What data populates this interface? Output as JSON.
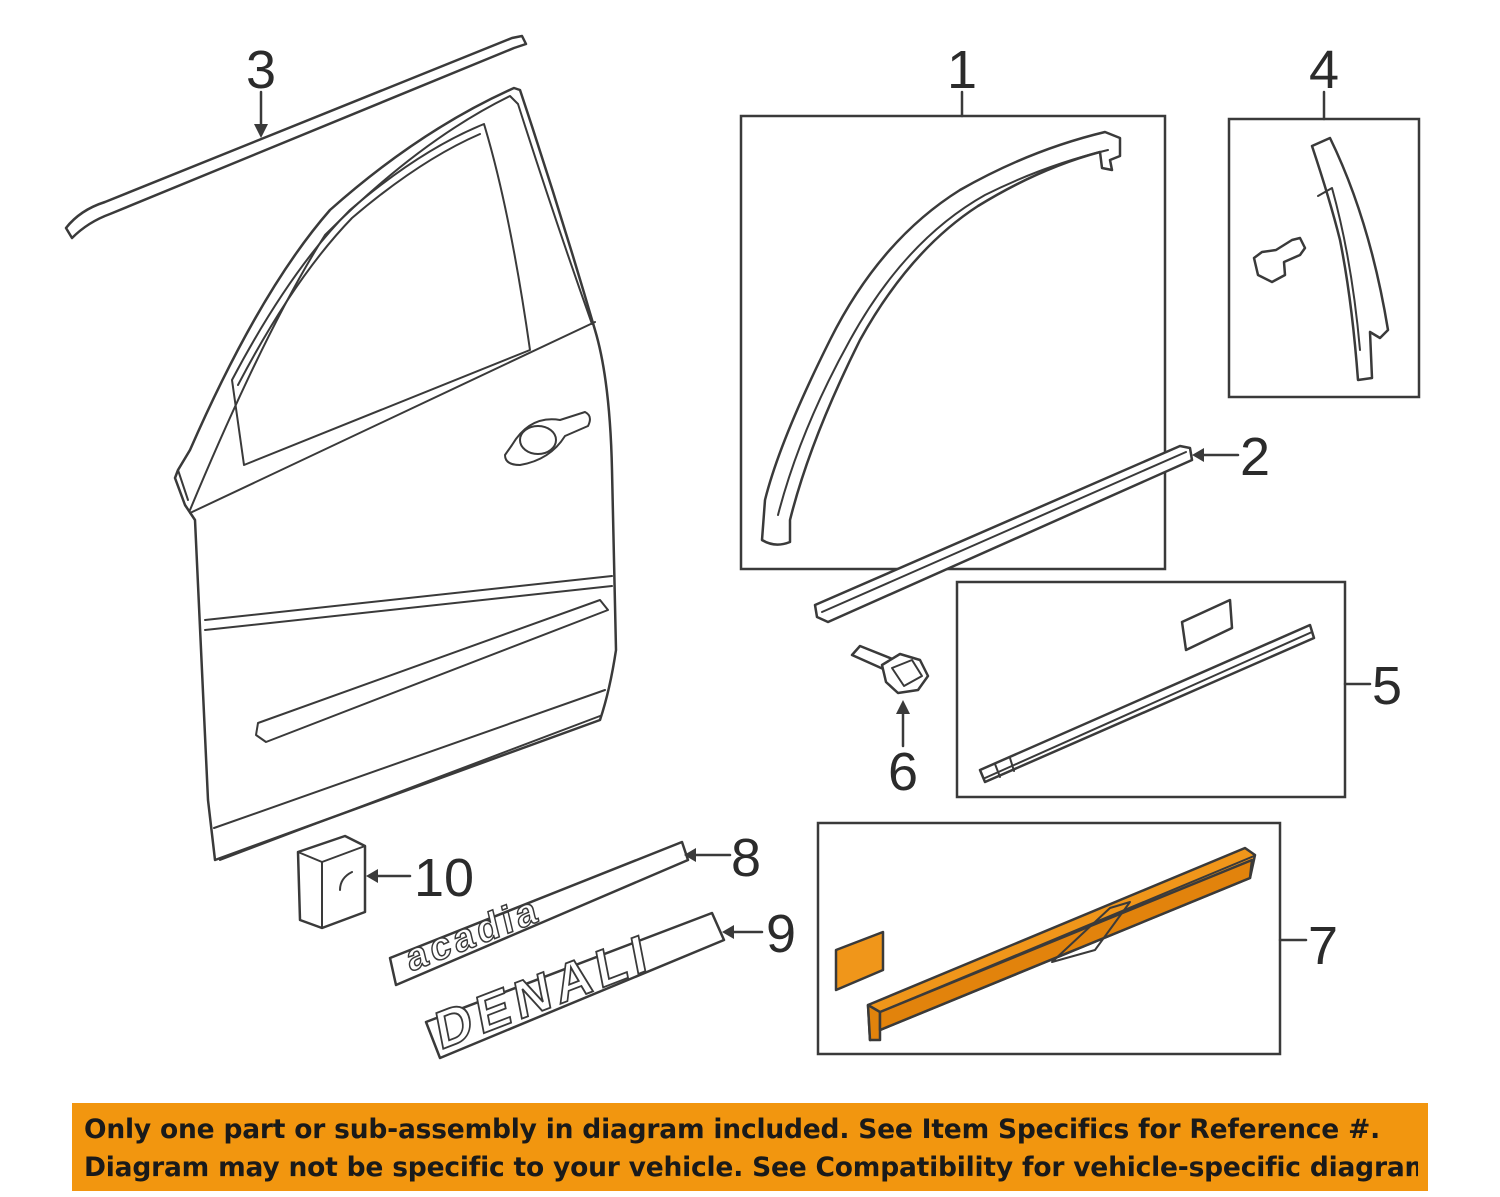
{
  "callouts": [
    {
      "id": "1",
      "part": "front-door-window-frame-molding"
    },
    {
      "id": "2",
      "part": "belt-molding"
    },
    {
      "id": "3",
      "part": "roof-drip-molding"
    },
    {
      "id": "4",
      "part": "door-applique-with-clip"
    },
    {
      "id": "5",
      "part": "body-side-molding-assembly"
    },
    {
      "id": "6",
      "part": "bolt"
    },
    {
      "id": "7",
      "part": "lower-door-molding-highlighted"
    },
    {
      "id": "8",
      "part": "acadia-nameplate"
    },
    {
      "id": "9",
      "part": "denali-nameplate"
    },
    {
      "id": "10",
      "part": "clip"
    }
  ],
  "emblems": {
    "acadia": "acadia",
    "denali": "DENALI"
  },
  "notice": {
    "line1": "Only one part or sub-assembly in diagram included. See Item Specifics for Reference #.",
    "line2": "Diagram may not be specific to your vehicle. See Compatibility for vehicle-specific diagrams."
  },
  "colors": {
    "highlight": "#f0961a",
    "notice_bg": "#f2960f",
    "line": "#3a3a3a"
  }
}
